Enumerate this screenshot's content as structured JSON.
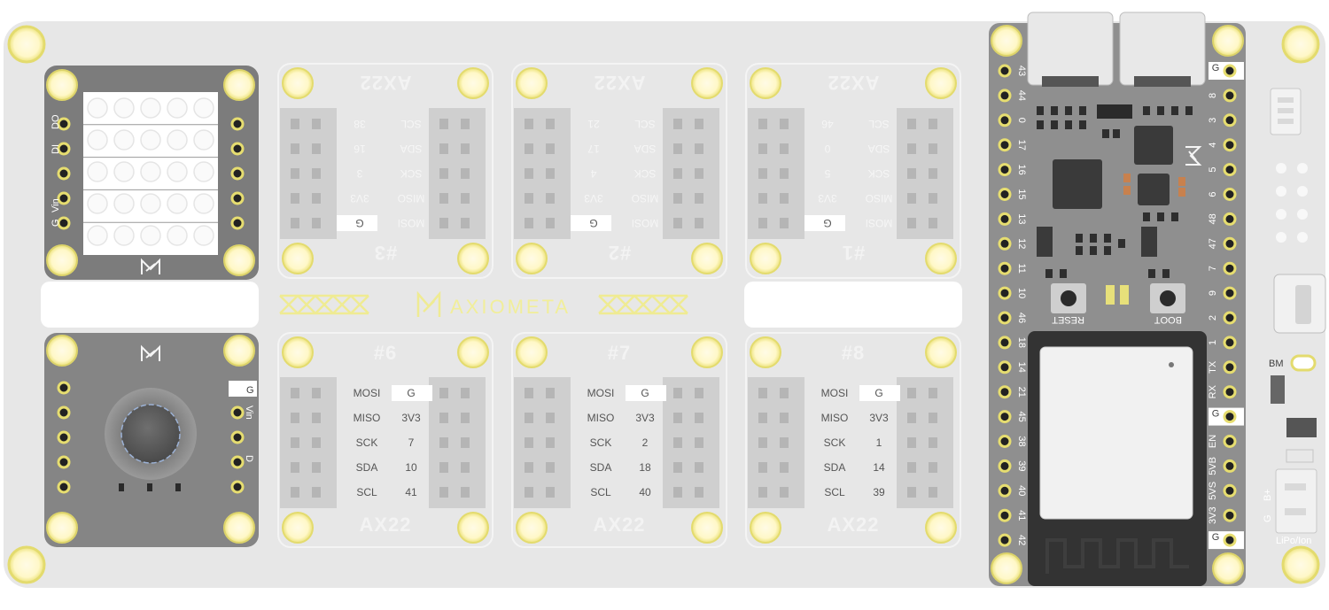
{
  "brand": {
    "name": "AXIOMETA"
  },
  "slots_top": [
    {
      "id": "#1",
      "model": "AX22",
      "signals": [
        "SCL",
        "SDA",
        "SCK",
        "MISO",
        "MOSI"
      ],
      "pins": [
        "46",
        "0",
        "5",
        "3V3",
        "G"
      ]
    },
    {
      "id": "#2",
      "model": "AX22",
      "signals": [
        "SCL",
        "SDA",
        "SCK",
        "MISO",
        "MOSI"
      ],
      "pins": [
        "21",
        "17",
        "4",
        "3V3",
        "G"
      ]
    },
    {
      "id": "#3",
      "model": "AX22",
      "signals": [
        "SCL",
        "SDA",
        "SCK",
        "MISO",
        "MOSI"
      ],
      "pins": [
        "38",
        "16",
        "3",
        "3V3",
        "G"
      ]
    }
  ],
  "slots_bottom": [
    {
      "id": "#6",
      "model": "AX22",
      "signals": [
        "MOSI",
        "MISO",
        "SCK",
        "SDA",
        "SCL"
      ],
      "pins": [
        "G",
        "3V3",
        "7",
        "10",
        "41"
      ]
    },
    {
      "id": "#7",
      "model": "AX22",
      "signals": [
        "MOSI",
        "MISO",
        "SCK",
        "SDA",
        "SCL"
      ],
      "pins": [
        "G",
        "3V3",
        "2",
        "18",
        "40"
      ]
    },
    {
      "id": "#8",
      "model": "AX22",
      "signals": [
        "MOSI",
        "MISO",
        "SCK",
        "SDA",
        "SCL"
      ],
      "pins": [
        "G",
        "3V3",
        "1",
        "14",
        "39"
      ]
    }
  ],
  "led_module": {
    "labels": [
      "DO",
      "DI",
      "Vin",
      "G"
    ]
  },
  "joystick_module": {
    "labels": [
      "G",
      "Vin",
      "D"
    ]
  },
  "esp32": {
    "left_pins": [
      "43",
      "44",
      "0",
      "17",
      "16",
      "15",
      "13",
      "12",
      "11",
      "10",
      "46",
      "18",
      "14",
      "21",
      "45",
      "38",
      "39",
      "40",
      "41",
      "42"
    ],
    "right_pins": [
      "G",
      "8",
      "3",
      "4",
      "5",
      "6",
      "48",
      "47",
      "7",
      "9",
      "2",
      "1",
      "TX",
      "RX",
      "G",
      "EN",
      "5VB",
      "5VS",
      "3V3",
      "G"
    ],
    "buttons": {
      "reset": "RESET",
      "boot": "BOOT"
    }
  },
  "power": {
    "bm_label": "BM",
    "battery_pins": [
      "G",
      "B+"
    ],
    "battery_label": "LiPo/Ion"
  }
}
